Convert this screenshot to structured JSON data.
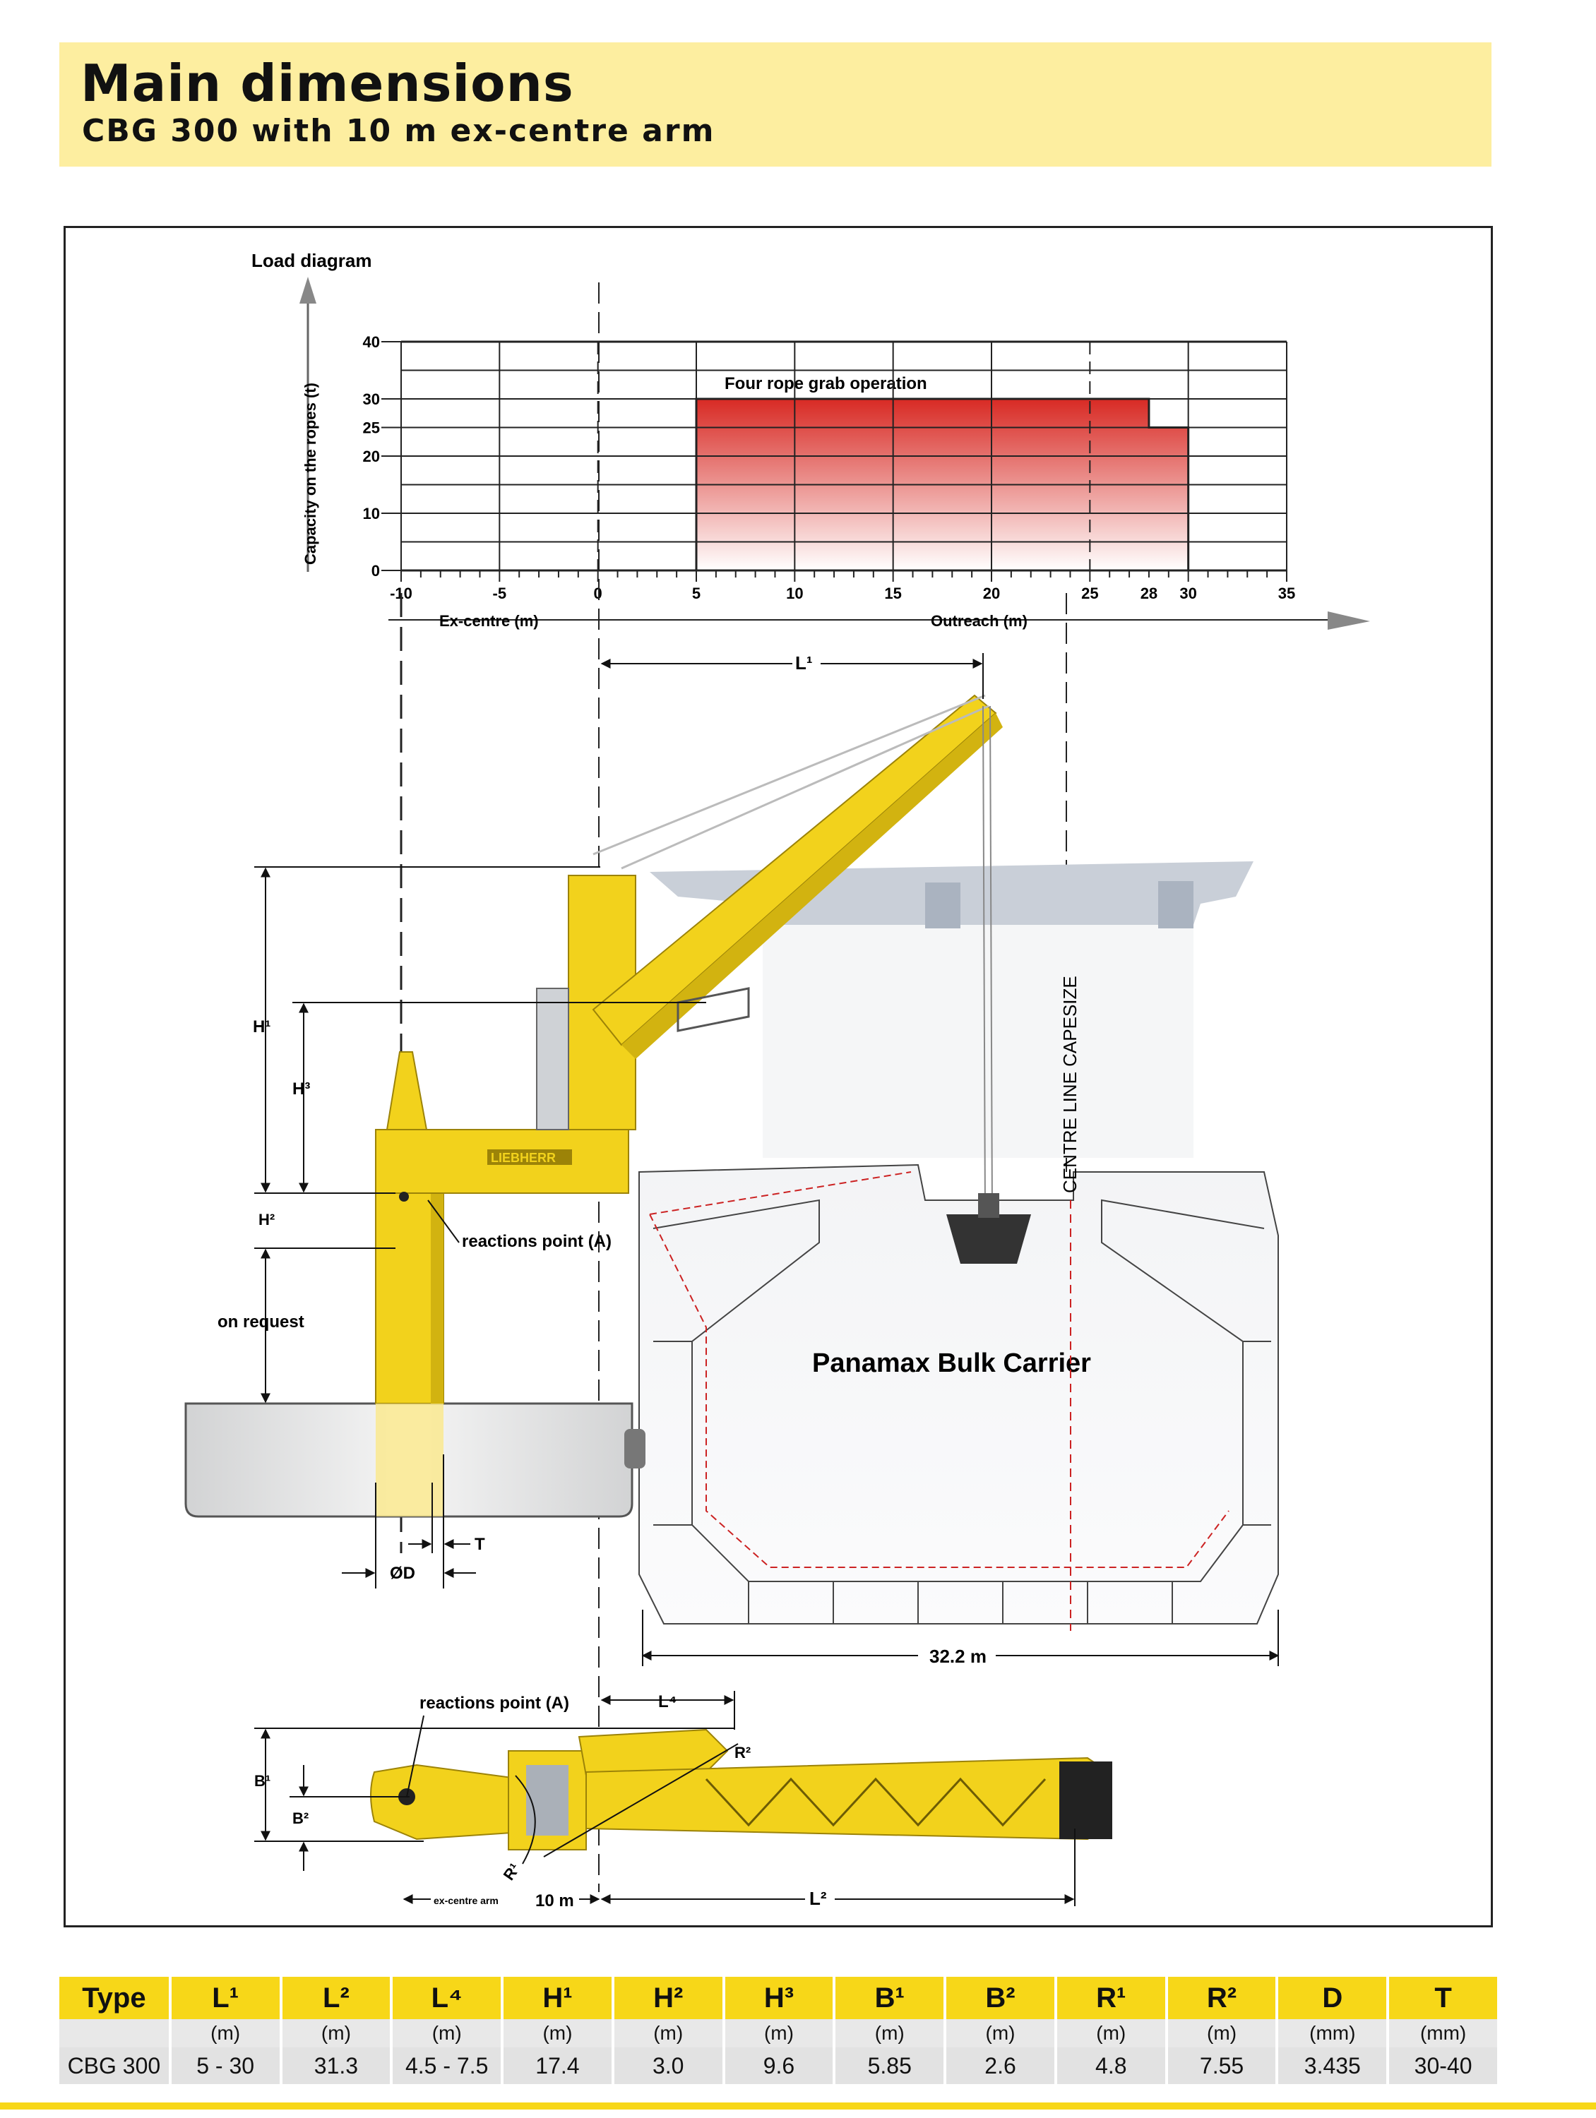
{
  "header": {
    "title": "Main dimensions",
    "subtitle": "CBG 300 with 10 m ex-centre arm"
  },
  "chart_data": {
    "type": "area",
    "title": "Load diagram",
    "ylabel": "Capacity on the ropes (t)",
    "xlabel_left": "Ex-centre (m)",
    "xlabel_right": "Outreach (m)",
    "xlim": [
      -10,
      35
    ],
    "ylim": [
      0,
      40
    ],
    "x_ticks": [
      "-10",
      "-5",
      "0",
      "5",
      "10",
      "15",
      "20",
      "25",
      "28",
      "30",
      "35"
    ],
    "y_ticks": [
      "0",
      "10",
      "20",
      "25",
      "30",
      "40"
    ],
    "series": [
      {
        "name": "Four rope grab operation",
        "points": [
          [
            5,
            30
          ],
          [
            28,
            30
          ],
          [
            28,
            25
          ],
          [
            30,
            25
          ]
        ]
      }
    ],
    "grid": true
  },
  "labels": {
    "L1": "L¹",
    "L2": "L²",
    "L4": "L⁴",
    "H1": "H¹",
    "H2": "H²",
    "H3": "H³",
    "B1": "B¹",
    "B2": "B²",
    "R1": "R¹",
    "R2": "R²",
    "T": "T",
    "D": "ØD",
    "on_request": "on request",
    "reactions_point": "reactions point (A)",
    "reactions_point_plan": "reactions point (A)",
    "centre_line": "CENTRE LINE CAPESIZE",
    "vessel": "Panamax Bulk Carrier",
    "beam": "32.2 m",
    "ex_centre_arm_prefix": "ex-centre arm",
    "ex_centre_arm_value": "10 m",
    "crane_brand": "LIEBHERR"
  },
  "colors": {
    "crane_yellow": "#f2d21c",
    "banner": "#fdeea0",
    "table_header": "#f7d718",
    "chart_red": "#e03030"
  },
  "table": {
    "headers": [
      "Type",
      "L¹",
      "L²",
      "L⁴",
      "H¹",
      "H²",
      "H³",
      "B¹",
      "B²",
      "R¹",
      "R²",
      "D",
      "T"
    ],
    "units": [
      "",
      "(m)",
      "(m)",
      "(m)",
      "(m)",
      "(m)",
      "(m)",
      "(m)",
      "(m)",
      "(m)",
      "(m)",
      "(mm)",
      "(mm)"
    ],
    "rows": [
      [
        "CBG 300",
        "5 - 30",
        "31.3",
        "4.5 - 7.5",
        "17.4",
        "3.0",
        "9.6",
        "5.85",
        "2.6",
        "4.8",
        "7.55",
        "3.435",
        "30-40"
      ]
    ]
  }
}
